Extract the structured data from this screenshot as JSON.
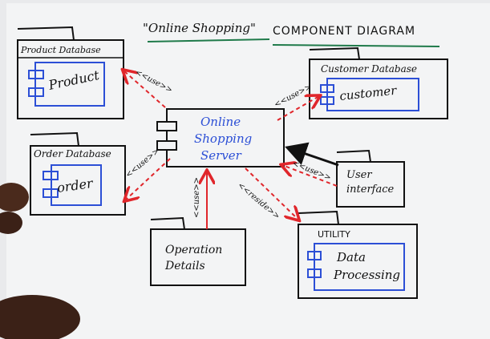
{
  "title": {
    "quoted": "\"Online Shopping\"",
    "rest": "COMPONENT DIAGRAM"
  },
  "packages": {
    "product_db": {
      "label": "Product Database",
      "component": "Product"
    },
    "customer_db": {
      "label": "Customer Database",
      "component": "customer"
    },
    "order_db": {
      "label": "Order Database",
      "component": "order"
    },
    "utility": {
      "label": "UTILITY",
      "component_line1": "Data",
      "component_line2": "Processing"
    },
    "user_interface": {
      "line1": "User",
      "line2": "interface"
    },
    "operation_details": {
      "line1": "Operation",
      "line2": "Details"
    }
  },
  "server": {
    "line1": "Online",
    "line2": "Shopping",
    "line3": "Server"
  },
  "stereotypes": {
    "use_product": "<<use>>",
    "use_customer": "<<use>>",
    "use_order": "<<use>>",
    "use_ui": "<<use>>",
    "use_operation": "<<use>>",
    "reside": "<<reside>>"
  },
  "colors": {
    "ink": "#111111",
    "blue": "#2c4fd6",
    "red": "#e0262b",
    "green": "#1f7a4a",
    "paper": "#f4f5f6"
  }
}
